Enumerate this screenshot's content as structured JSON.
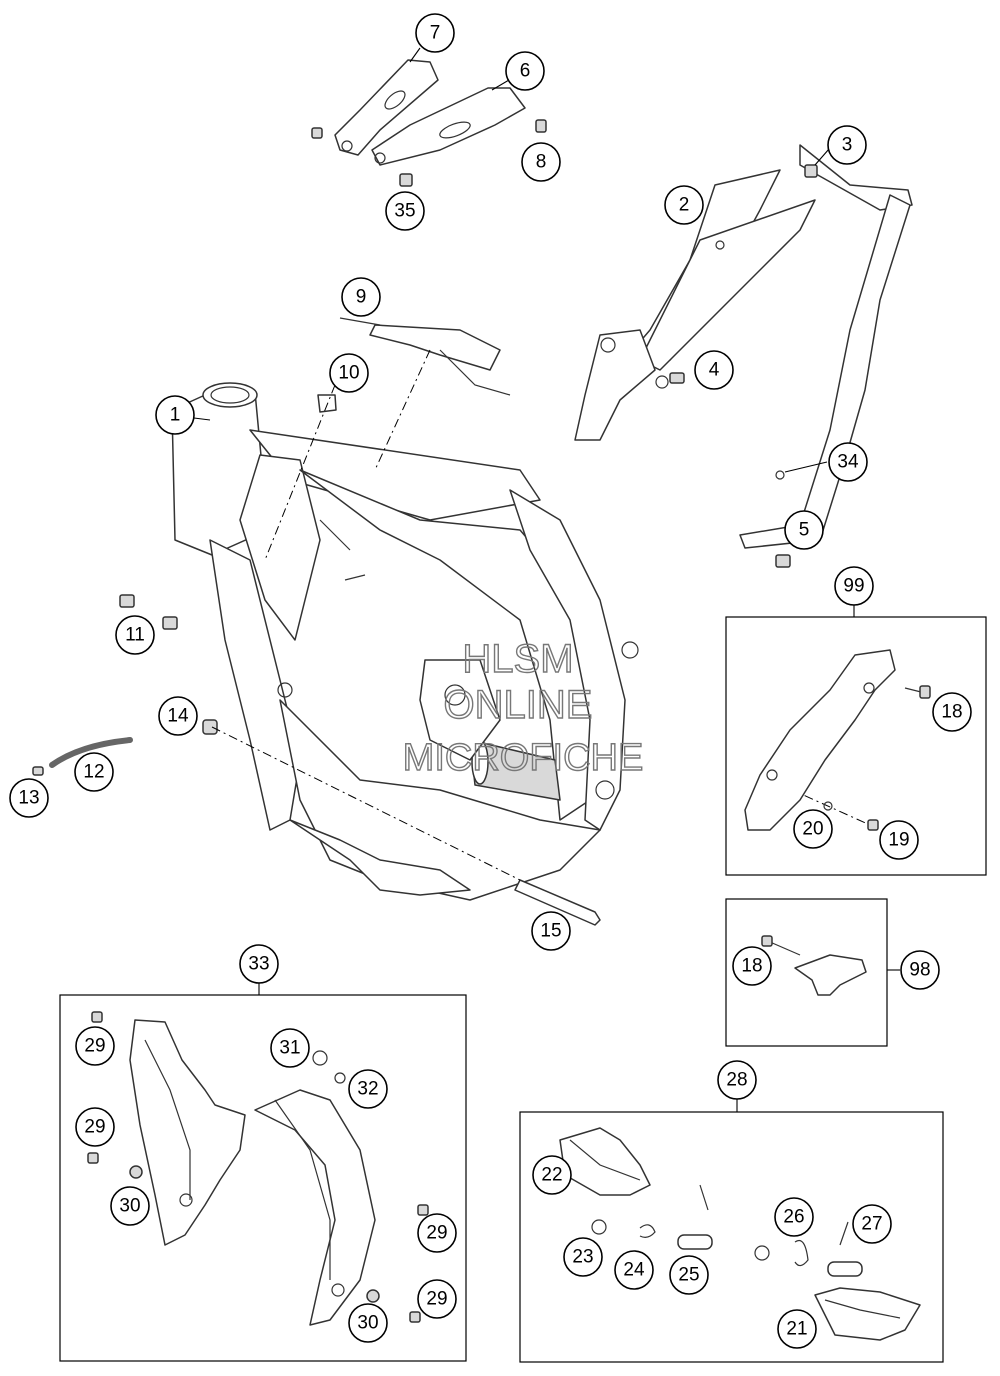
{
  "watermark": {
    "line1": "HLSM",
    "line2": "ONLINE",
    "line3": "MICROFICHE"
  },
  "callouts": {
    "c1": "1",
    "c2": "2",
    "c3": "3",
    "c4": "4",
    "c5": "5",
    "c6": "6",
    "c7": "7",
    "c8": "8",
    "c9": "9",
    "c10": "10",
    "c11": "11",
    "c12": "12",
    "c13": "13",
    "c14": "14",
    "c15": "15",
    "c18a": "18",
    "c18b": "18",
    "c19": "19",
    "c20": "20",
    "c21": "21",
    "c22": "22",
    "c23": "23",
    "c24": "24",
    "c25": "25",
    "c26": "26",
    "c27": "27",
    "c28": "28",
    "c29a": "29",
    "c29b": "29",
    "c29c": "29",
    "c29d": "29",
    "c30a": "30",
    "c30b": "30",
    "c31": "31",
    "c32": "32",
    "c33": "33",
    "c34": "34",
    "c35": "35",
    "c98": "98",
    "c99": "99"
  }
}
